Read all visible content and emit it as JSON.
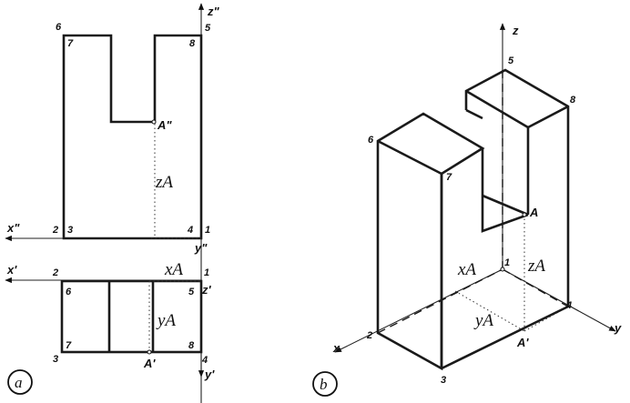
{
  "panels": {
    "a": {
      "label": "a",
      "axes": {
        "z": "z\"",
        "x_upper": "x\"",
        "y_upper": "y\"",
        "x_lower": "x'",
        "z_lower": "z'",
        "y_lower": "y'"
      },
      "front_view_numbers": [
        "6",
        "7",
        "8",
        "5",
        "2",
        "3",
        "4",
        "1"
      ],
      "top_view_numbers": [
        "2",
        "1",
        "6",
        "5",
        "7",
        "8",
        "3",
        "4"
      ],
      "point_front": "A\"",
      "point_top": "A'",
      "dims": {
        "zA": "zA",
        "xA": "xA",
        "yA": "yA"
      }
    },
    "b": {
      "label": "b",
      "axes": {
        "z": "z",
        "x": "x",
        "y": "y"
      },
      "numbers": [
        "5",
        "8",
        "6",
        "7",
        "2",
        "3",
        "4",
        "1"
      ],
      "point": "A",
      "point_proj": "A'",
      "dims": {
        "xA": "xA",
        "zA": "zA",
        "yA": "yA"
      }
    }
  }
}
